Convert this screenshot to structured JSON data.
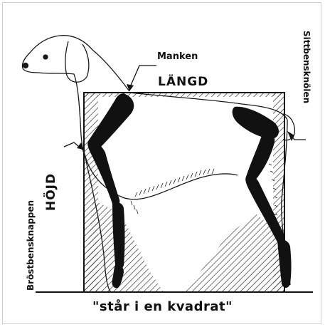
{
  "labels": {
    "manken": "Manken",
    "langd": "LÄNGD",
    "hojd": "HÖJD",
    "brostbensknappen": "Bröstbensknappen",
    "sittbensknolen": "Sittbensknölen"
  },
  "caption": "\"står i en kvadrat\"",
  "colors": {
    "ink": "#111111",
    "outline": "#1a1a1a",
    "hatch": "#333333",
    "background": "#ffffff"
  }
}
